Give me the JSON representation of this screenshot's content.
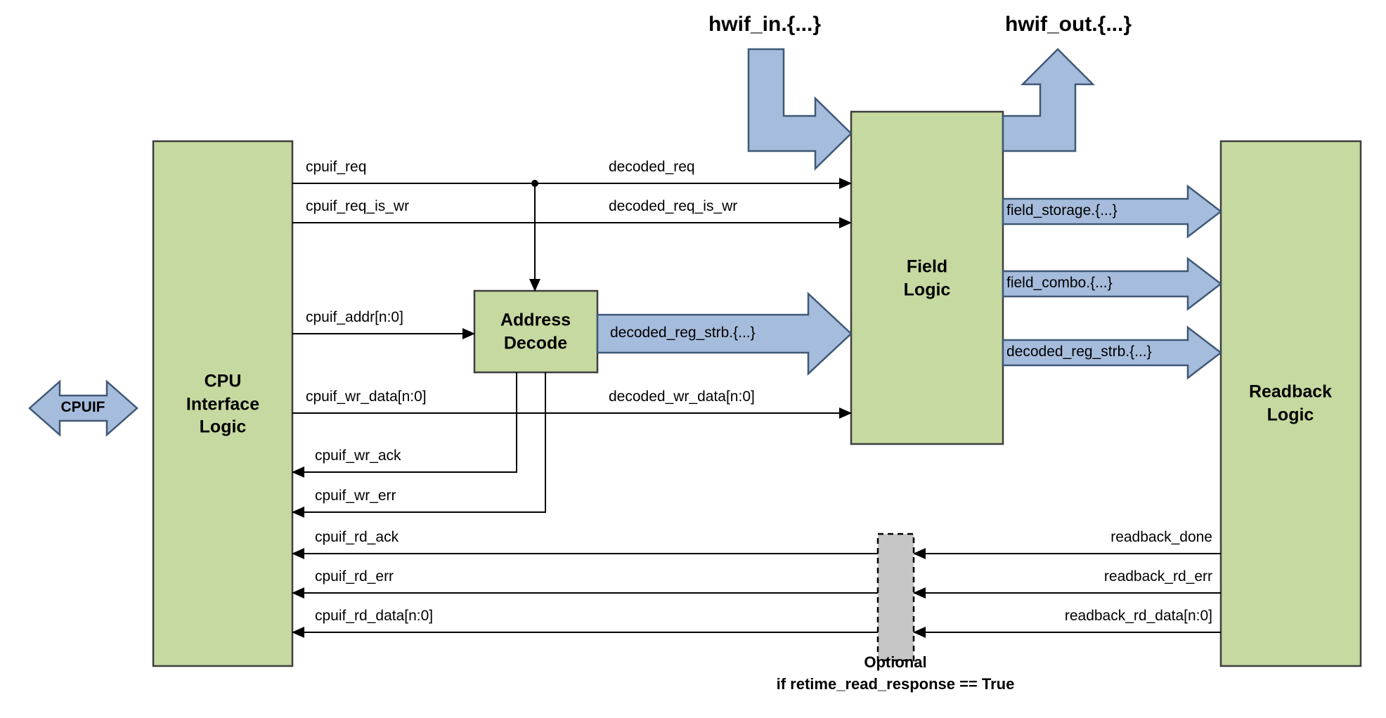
{
  "colors": {
    "block_fill": "#c6d9a0",
    "block_stroke": "#3e3e3e",
    "arrow_fill": "#a6bcdc",
    "arrow_stroke": "#3f5876",
    "optional_fill": "#c6c6c6",
    "line": "#000000"
  },
  "blocks": {
    "cpu_interface": {
      "title": "CPU\nInterface\nLogic"
    },
    "address_decode": {
      "title": "Address\nDecode"
    },
    "field_logic": {
      "title": "Field\nLogic"
    },
    "readback": {
      "title": "Readback\nLogic"
    }
  },
  "labels": {
    "cpuif": "CPUIF",
    "hwif_in": "hwif_in.{...}",
    "hwif_out": "hwif_out.{...}",
    "optional_note": "Optional\nif retime_read_response == True"
  },
  "signals": {
    "cpuif_req": "cpuif_req",
    "decoded_req": "decoded_req",
    "cpuif_req_is_wr": "cpuif_req_is_wr",
    "decoded_req_is_wr": "decoded_req_is_wr",
    "cpuif_addr": "cpuif_addr[n:0]",
    "decoded_reg_strb": "decoded_reg_strb.{...}",
    "cpuif_wr_data": "cpuif_wr_data[n:0]",
    "decoded_wr_data": "decoded_wr_data[n:0]",
    "cpuif_wr_ack": "cpuif_wr_ack",
    "cpuif_wr_err": "cpuif_wr_err",
    "cpuif_rd_ack": "cpuif_rd_ack",
    "cpuif_rd_err": "cpuif_rd_err",
    "cpuif_rd_data": "cpuif_rd_data[n:0]",
    "readback_done": "readback_done",
    "readback_rd_err": "readback_rd_err",
    "readback_rd_data": "readback_rd_data[n:0]",
    "field_storage": "field_storage.{...}",
    "field_combo": "field_combo.{...}",
    "decoded_reg_strb_rb": "decoded_reg_strb.{...}"
  }
}
